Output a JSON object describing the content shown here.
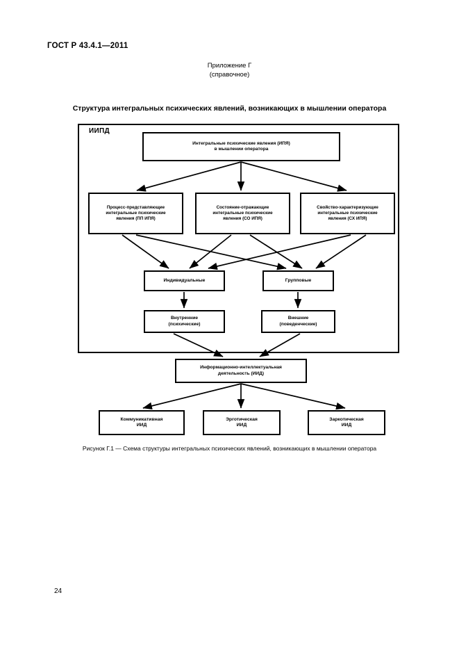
{
  "document": {
    "standard_header": "ГОСТ Р 43.4.1—2011",
    "appendix_line1": "Приложение Г",
    "appendix_line2": "(справочное)",
    "section_title": "Структура интегральных психических явлений, возникающих в мышлении оператора",
    "figure_caption": "Рисунок Г.1 — Схема структуры интегральных психических явлений, возникающих в мышлении оператора",
    "page_number": "24"
  },
  "diagram": {
    "frame_label": "ИИПД",
    "nodes": {
      "top": {
        "line1": "Интегральные психические явления (ИПЯ)",
        "line2": "в мышлении оператора"
      },
      "pp": {
        "line1": "Процесс-представляющие",
        "line2": "интегральные психические",
        "line3": "явления (ПП ИПЯ)"
      },
      "so": {
        "line1": "Состояние-отражающие",
        "line2": "интегральные психические",
        "line3": "явления (СО ИПЯ)"
      },
      "sh": {
        "line1": "Свойство-характеризующие",
        "line2": "интегральные психические",
        "line3": "явления (СХ ИПЯ)"
      },
      "individual": {
        "line1": "Индивидуальные"
      },
      "group": {
        "line1": "Групповые"
      },
      "internal": {
        "line1": "Внутренние",
        "line2": "(психические)"
      },
      "external": {
        "line1": "Внешние",
        "line2": "(поведенческие)"
      },
      "iid": {
        "line1": "Информационно-интеллектуальная",
        "line2": "деятельность (ИИД)"
      },
      "communicative": {
        "line1": "Коммуникативная",
        "line2": "ИИД"
      },
      "ergotic": {
        "line1": "Эрготическая",
        "line2": "ИИД"
      },
      "zarkotic": {
        "line1": "Заркотическая",
        "line2": "ИИД"
      }
    },
    "colors": {
      "stroke": "#000000",
      "fill": "#ffffff",
      "page_background": "#ffffff"
    }
  }
}
